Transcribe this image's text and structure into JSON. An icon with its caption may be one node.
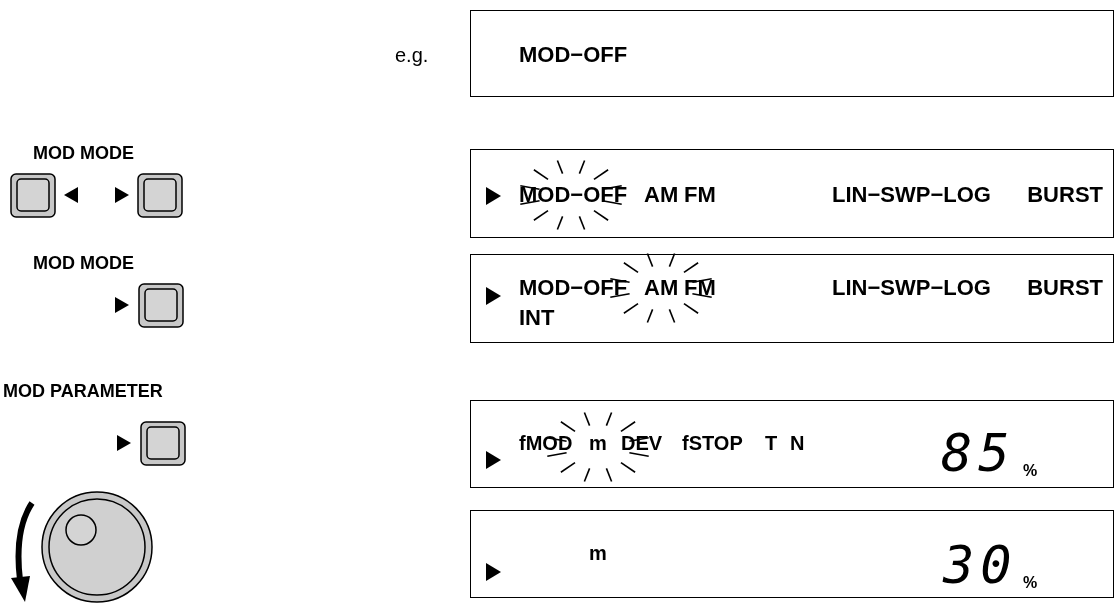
{
  "diagram": {
    "nodes": [
      {
        "text": [
          "MOD−OFF"
        ],
        "beside": [
          "e.g."
        ]
      },
      {
        "text": [
          "MOD−OFF",
          "AM",
          "FM",
          "LIN−SWP−LOG",
          "BURST"
        ]
      },
      {
        "text": [
          "MOD−OFF",
          "AM",
          "FM",
          "LIN−SWP−LOG",
          "BURST",
          "INT"
        ]
      },
      {
        "text": [
          "fMOD",
          "m",
          "DEV",
          "fSTOP",
          "T",
          "N",
          "85",
          "%"
        ]
      },
      {
        "text": [
          "m",
          "30",
          "%"
        ]
      }
    ],
    "labels": [
      "MOD MODE",
      "MOD MODE",
      "MOD PARAMETER"
    ]
  }
}
